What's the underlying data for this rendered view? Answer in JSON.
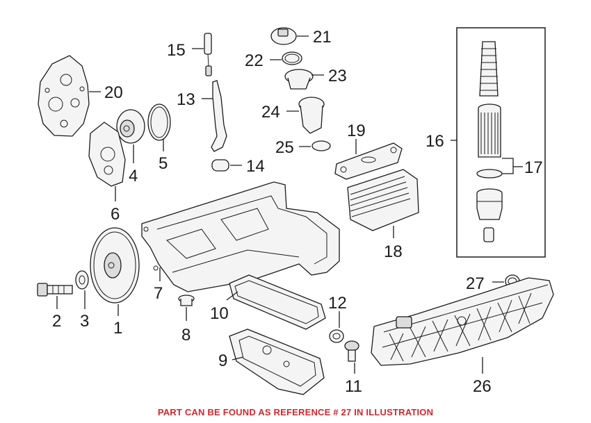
{
  "diagram": {
    "callouts": {
      "c1": "1",
      "c2": "2",
      "c3": "3",
      "c4": "4",
      "c5": "5",
      "c6": "6",
      "c7": "7",
      "c8": "8",
      "c9": "9",
      "c10": "10",
      "c11": "11",
      "c12": "12",
      "c13": "13",
      "c14": "14",
      "c15": "15",
      "c16": "16",
      "c17": "17",
      "c18": "18",
      "c19": "19",
      "c20": "20",
      "c21": "21",
      "c22": "22",
      "c23": "23",
      "c24": "24",
      "c25": "25",
      "c26": "26",
      "c27": "27"
    },
    "footer_note": "PART CAN BE FOUND AS REFERENCE # 27 IN ILLUSTRATION",
    "colors": {
      "line": "#1a1a1a",
      "note": "#d6262b",
      "background": "#ffffff"
    }
  }
}
